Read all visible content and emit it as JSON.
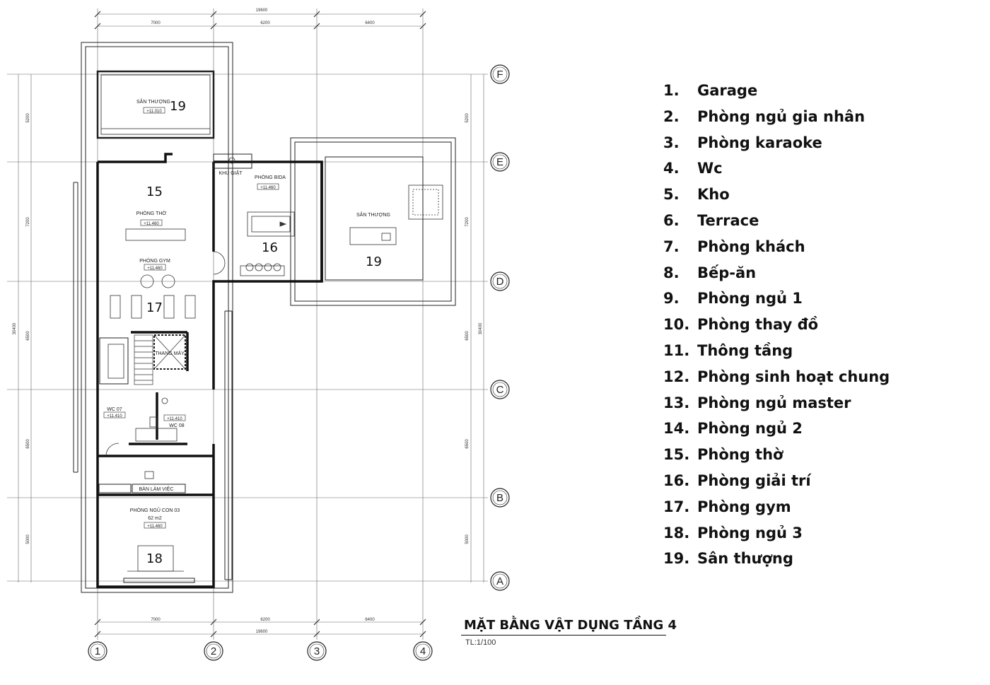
{
  "plan": {
    "title": "MẶT BẰNG VẬT DỤNG TẦNG 4",
    "scale": "TL:1/100",
    "dimensions": {
      "total": "19600",
      "segments": [
        "7000",
        "6200",
        "6400"
      ],
      "left_total": "30400",
      "right_total": "30400",
      "rows": [
        "5200",
        "7200",
        "6500",
        "6500",
        "5000"
      ]
    },
    "grid_axes": {
      "columns": [
        "1",
        "2",
        "3",
        "4"
      ],
      "rows": [
        "F",
        "E",
        "D",
        "C",
        "B",
        "A"
      ]
    },
    "room_labels": {
      "san_thuong_top": "SÂN THƯỢNG",
      "san_thuong_top_level": "+11.010",
      "khu_giat": "KHU GIẶT",
      "phong_bida": "PHÒNG BIDA",
      "phong_bida_level": "+11.460",
      "phong_tho": "PHÒNG THỜ",
      "phong_tho_level": "+11.460",
      "phong_gym": "PHÒNG GYM",
      "phong_gym_level": "+11.460",
      "san_thuong_right": "SÂN THƯỢNG",
      "thang_may": "THANG MÁY",
      "wc07": "WC 07",
      "wc07_level": "+11.410",
      "wc08": "WC 08",
      "wc08_level": "+11.410",
      "ban_lam_viec": "BÀN LÀM VIỆC",
      "phong_ngu_con": "PHÒNG NGỦ CON 03",
      "phong_ngu_con_area": "62 m2",
      "phong_ngu_con_level": "+11.460"
    },
    "room_numbers": {
      "n19a": "19",
      "n15": "15",
      "n16": "16",
      "n19b": "19",
      "n17": "17",
      "n18": "18"
    }
  },
  "legend": [
    {
      "num": "1.",
      "label": "Garage"
    },
    {
      "num": "2.",
      "label": "Phòng ngủ gia nhân"
    },
    {
      "num": "3.",
      "label": "Phòng karaoke"
    },
    {
      "num": "4.",
      "label": "Wc"
    },
    {
      "num": "5.",
      "label": "Kho"
    },
    {
      "num": "6.",
      "label": "Terrace"
    },
    {
      "num": "7.",
      "label": "Phòng khách"
    },
    {
      "num": "8.",
      "label": "Bếp-ăn"
    },
    {
      "num": "9.",
      "label": "Phòng ngủ 1"
    },
    {
      "num": "10.",
      "label": "Phòng thay đồ"
    },
    {
      "num": "11.",
      "label": "Thông tầng"
    },
    {
      "num": "12.",
      "label": "Phòng sinh hoạt chung"
    },
    {
      "num": "13.",
      "label": "Phòng ngủ master"
    },
    {
      "num": "14.",
      "label": "Phòng ngủ 2"
    },
    {
      "num": "15.",
      "label": "Phòng thờ"
    },
    {
      "num": "16.",
      "label": "Phòng giải trí"
    },
    {
      "num": "17.",
      "label": "Phòng gym"
    },
    {
      "num": "18.",
      "label": "Phòng ngủ 3"
    },
    {
      "num": "19.",
      "label": "Sân thượng"
    }
  ]
}
